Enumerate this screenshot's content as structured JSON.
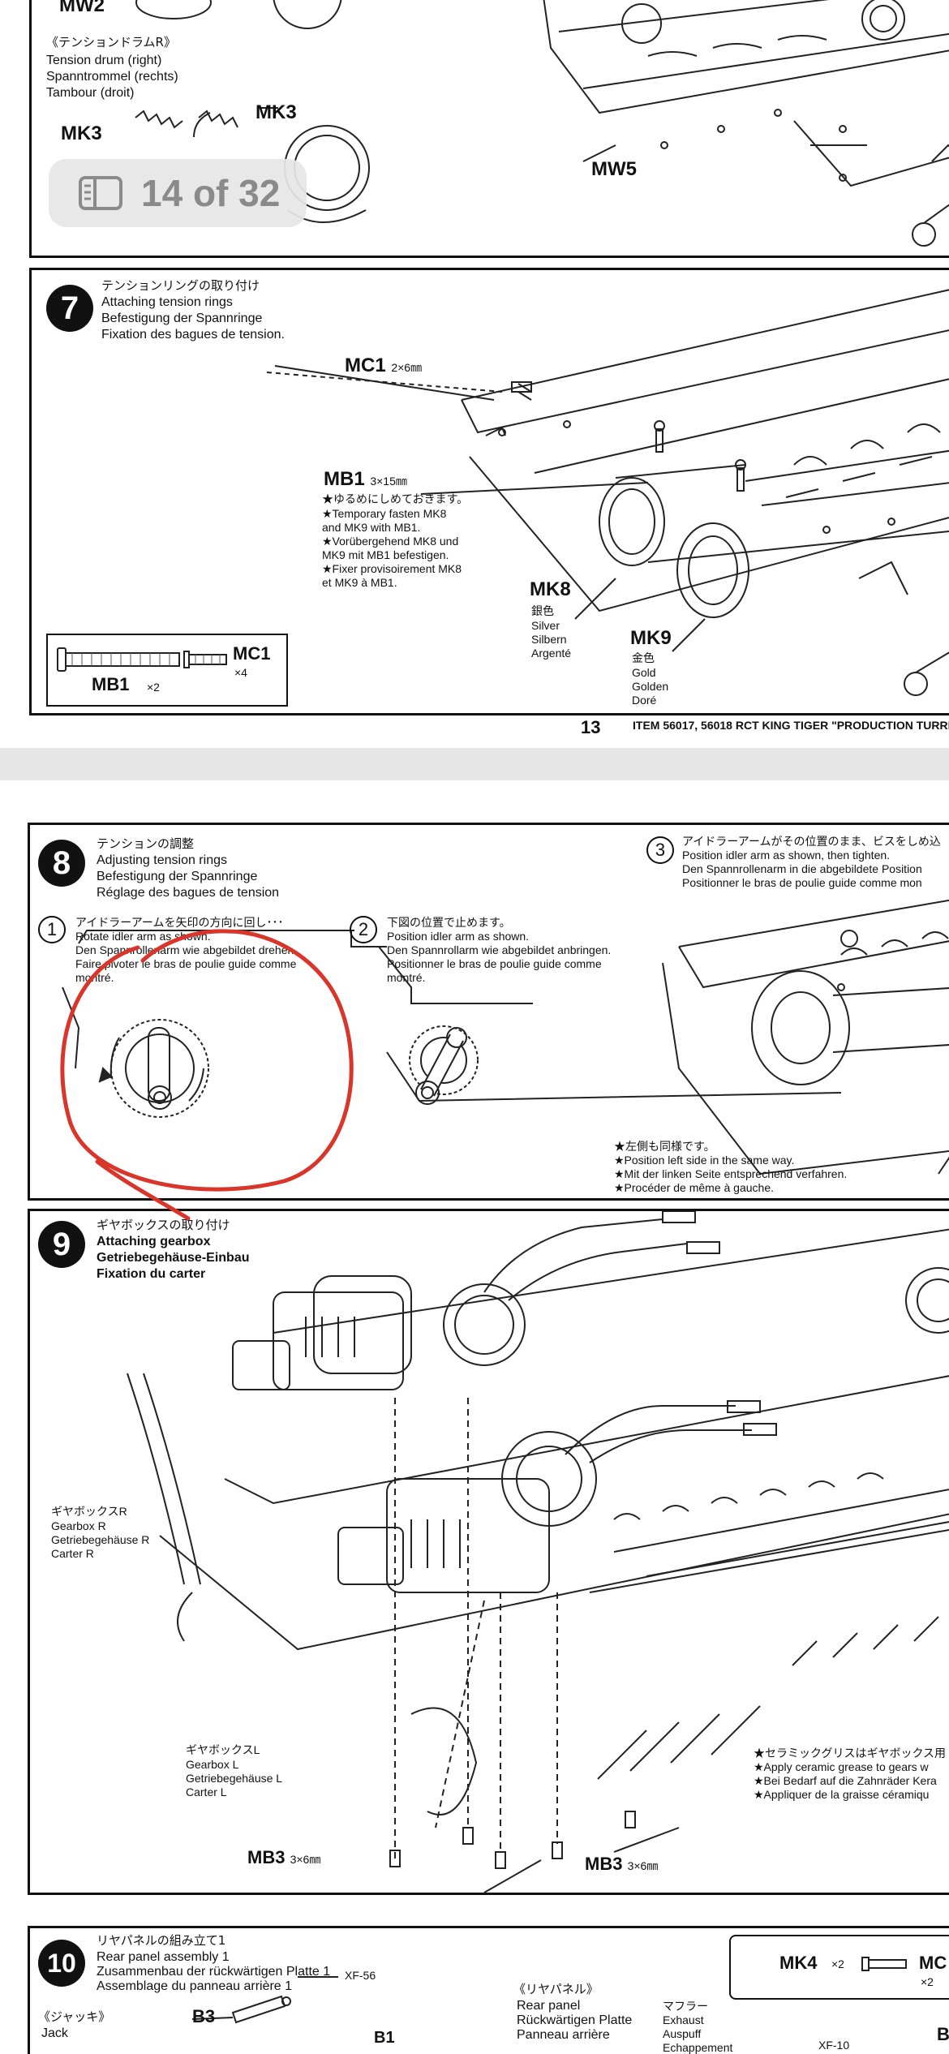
{
  "page_indicator": {
    "label": "14 of 32",
    "icon": "sidebar-icon"
  },
  "top_page": {
    "tension_drum": {
      "title_jp": "《テンションドラムR》",
      "lines": [
        "Tension drum (right)",
        "Spanntrommel (rechts)",
        "Tambour (droit)"
      ]
    },
    "labels": {
      "mw2": "MW2",
      "mk3_left": "MK3",
      "mk3_right": "MK3",
      "mw5": "MW5"
    },
    "step7": {
      "number": "7",
      "title_jp": "テンションリングの取り付け",
      "title_en": "Attaching tension rings",
      "title_de": "Befestigung der Spannringe",
      "title_fr": "Fixation des bagues de tension.",
      "mc1": {
        "code": "MC1",
        "size": "2×6㎜"
      },
      "mb1": {
        "code": "MB1",
        "size": "3×15㎜"
      },
      "note_lines": [
        "★ゆるめにしめておきます。",
        "★Temporary fasten MK8",
        "and MK9 with MB1.",
        "★Vorübergehend MK8 und",
        "MK9 mit MB1 befestigen.",
        "★Fixer provisoirement MK8",
        "et MK9 à MB1."
      ],
      "mk8": {
        "code": "MK8",
        "lines": [
          "銀色",
          "Silver",
          "Silbern",
          "Argenté"
        ]
      },
      "mk9": {
        "code": "MK9",
        "lines": [
          "金色",
          "Gold",
          "Golden",
          "Doré"
        ]
      },
      "parts_box": {
        "mb1": "MB1",
        "mb1_qty": "×2",
        "mc1": "MC1",
        "mc1_qty": "×4"
      }
    },
    "footer": {
      "page_number": "13",
      "item": "ITEM 56017, 56018 RCT KING TIGER \"PRODUCTION TURRE"
    }
  },
  "bottom_page": {
    "step8": {
      "number": "8",
      "title_jp": "テンションの調整",
      "title_en": "Adjusting tension rings",
      "title_de": "Befestigung der Spannringe",
      "title_fr": "Réglage des bagues de tension",
      "sub1": {
        "num": "1",
        "lines": [
          "アイドラーアームを矢印の方向に回し･･･",
          "Rotate idler arm as shown.",
          "Den Spannrollenarm wie abgebildet drehen.",
          "Faire pivoter le bras de poulie guide comme",
          "montré."
        ]
      },
      "sub2": {
        "num": "2",
        "lines": [
          "下図の位置で止めます。",
          "Position idler arm as shown.",
          "Den Spannrollarm wie abgebildet anbringen.",
          "Positionner le bras de poulie guide comme",
          "montré."
        ]
      },
      "sub3": {
        "num": "3",
        "lines": [
          "アイドラーアームがその位置のまま、ビスをしめ込",
          "Position idler arm as shown, then tighten.",
          "Den Spannrollenarm in die abgebildete Position",
          "Positionner le bras de poulie guide comme mon"
        ]
      },
      "left_side_note": [
        "★左側も同様です。",
        "★Position left side in the same way.",
        "★Mit der linken Seite entsprechend verfahren.",
        "★Procéder de même à gauche."
      ],
      "annotation_color": "#d9352a"
    },
    "step9": {
      "number": "9",
      "title_jp": "ギヤボックスの取り付け",
      "title_en": "Attaching gearbox",
      "title_de": "Getriebegehäuse-Einbau",
      "title_fr": "Fixation du carter",
      "gearbox_r": [
        "ギヤボックスR",
        "Gearbox R",
        "Getriebegehäuse R",
        "Carter R"
      ],
      "gearbox_l": [
        "ギヤボックスL",
        "Gearbox L",
        "Getriebegehäuse L",
        "Carter L"
      ],
      "mb3_left": {
        "code": "MB3",
        "size": "3×6㎜"
      },
      "mb3_right": {
        "code": "MB3",
        "size": "3×6㎜"
      },
      "grease_note": [
        "★セラミックグリスはギヤボックス用",
        "★Apply ceramic grease to gears w",
        "★Bei Bedarf auf die Zahnräder Kera",
        "★Appliquer de la graisse céramiqu"
      ]
    },
    "step10": {
      "number": "10",
      "title_jp": "リヤパネルの組み立て1",
      "title_en": "Rear panel assembly 1",
      "title_de": "Zusammenbau der rückwärtigen Platte 1",
      "title_fr": "Assemblage du panneau arrière 1",
      "jack": [
        "《ジャッキ》",
        "Jack"
      ],
      "b3": "B3",
      "xf56": "XF-56",
      "b1": "B1",
      "rear_panel": [
        "《リヤパネル》",
        "Rear panel",
        "Rückwärtigen Platte",
        "Panneau arrière"
      ],
      "exhaust": [
        "マフラー",
        "Exhaust",
        "Auspuff",
        "Echappement"
      ],
      "xf10": "XF-10",
      "parts_box": {
        "mk4": "MK4",
        "mk4_qty": "×2",
        "mc": "MC",
        "mc_qty": "×2",
        "b": "B"
      }
    }
  }
}
